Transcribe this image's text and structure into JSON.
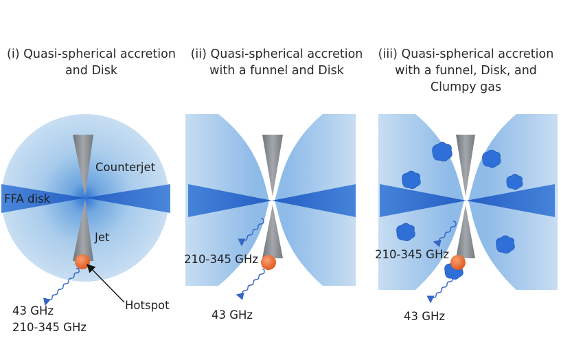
{
  "panels": [
    {
      "title": "(i) Quasi-spherical accretion\nand Disk",
      "labels": {
        "counterjet": "Counterjet",
        "disk": "FFA disk",
        "jet": "Jet",
        "hotspot": "Hotspot",
        "freq_low": "43 GHz",
        "freq_high": "210-345 GHz"
      }
    },
    {
      "title": "(ii) Quasi-spherical accretion\nwith a funnel and Disk",
      "labels": {
        "freq_high": "210-345 GHz",
        "freq_low": "43 GHz"
      }
    },
    {
      "title": "(iii) Quasi-spherical accretion\nwith a funnel, Disk, and\nClumpy gas",
      "labels": {
        "freq_high": "210-345 GHz",
        "freq_low": "43 GHz"
      }
    }
  ],
  "colors": {
    "cloud": "#b8d6ef",
    "disk": "#3b78d6",
    "jet": "#8c8f93",
    "hotspot": "#ea6a2e",
    "clump": "#2f6fd8",
    "wave": "#3566c4"
  }
}
